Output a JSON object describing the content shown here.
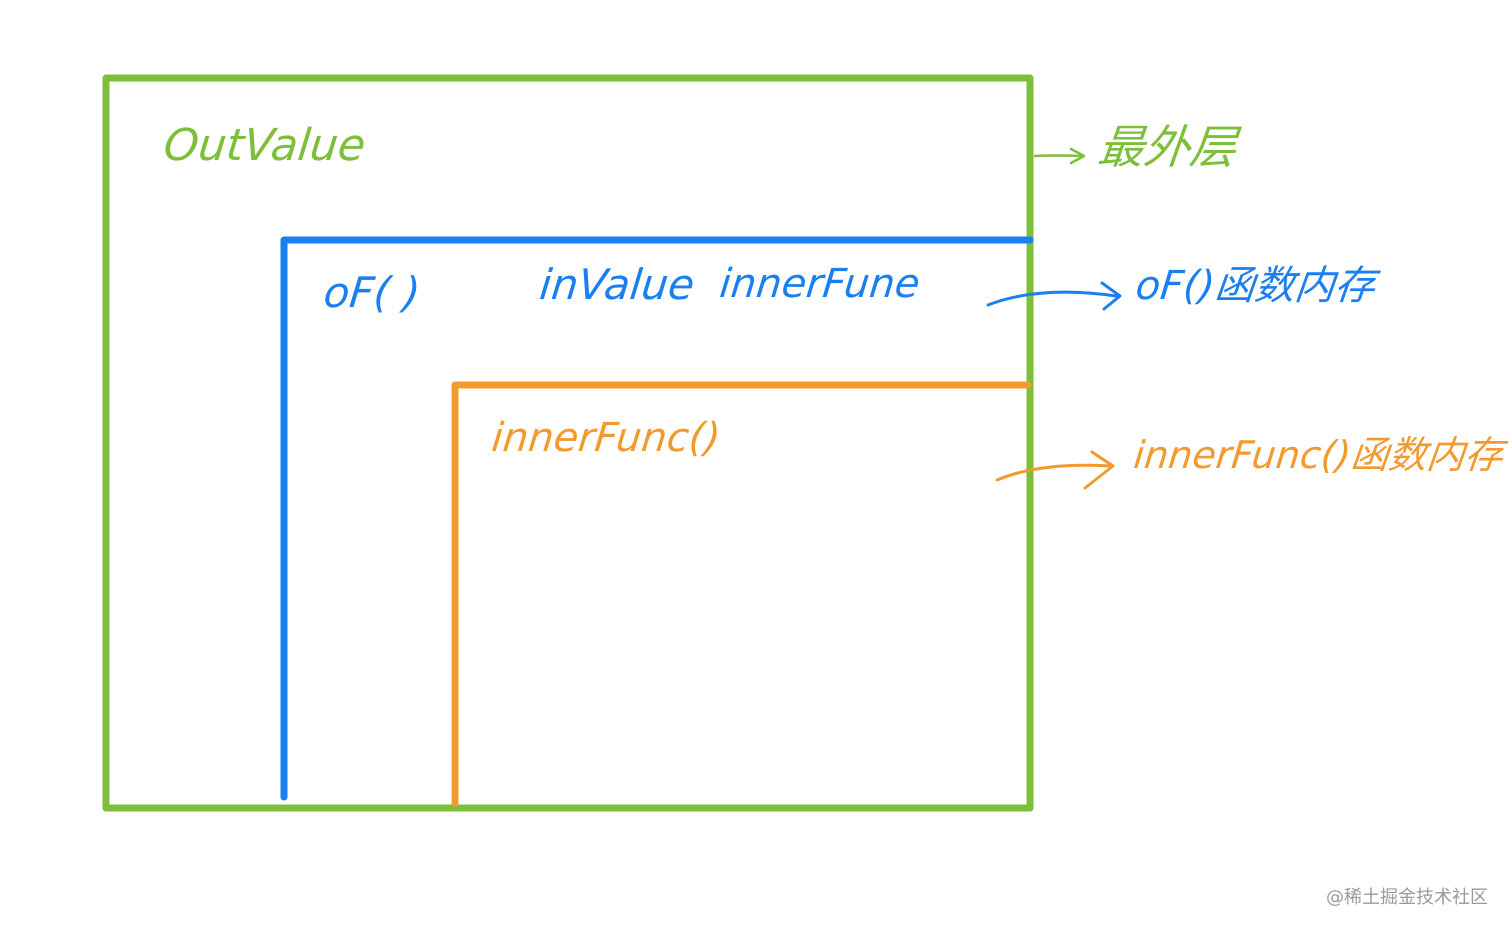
{
  "colors": {
    "green": "#7DBE3B",
    "blue": "#1A7FF0",
    "orange": "#F39A2E"
  },
  "labels": {
    "out_value": "OutValue",
    "outer_layer_note": "最外层",
    "of_call": "oF( )",
    "in_value": "inValue",
    "inner_fune": "innerFune",
    "of_memory_note": "oF()函数内存",
    "inner_func_call": "innerFunc()",
    "inner_func_memory_note": "innerFunc()函数内存"
  },
  "watermark": "@稀土掘金技术社区"
}
